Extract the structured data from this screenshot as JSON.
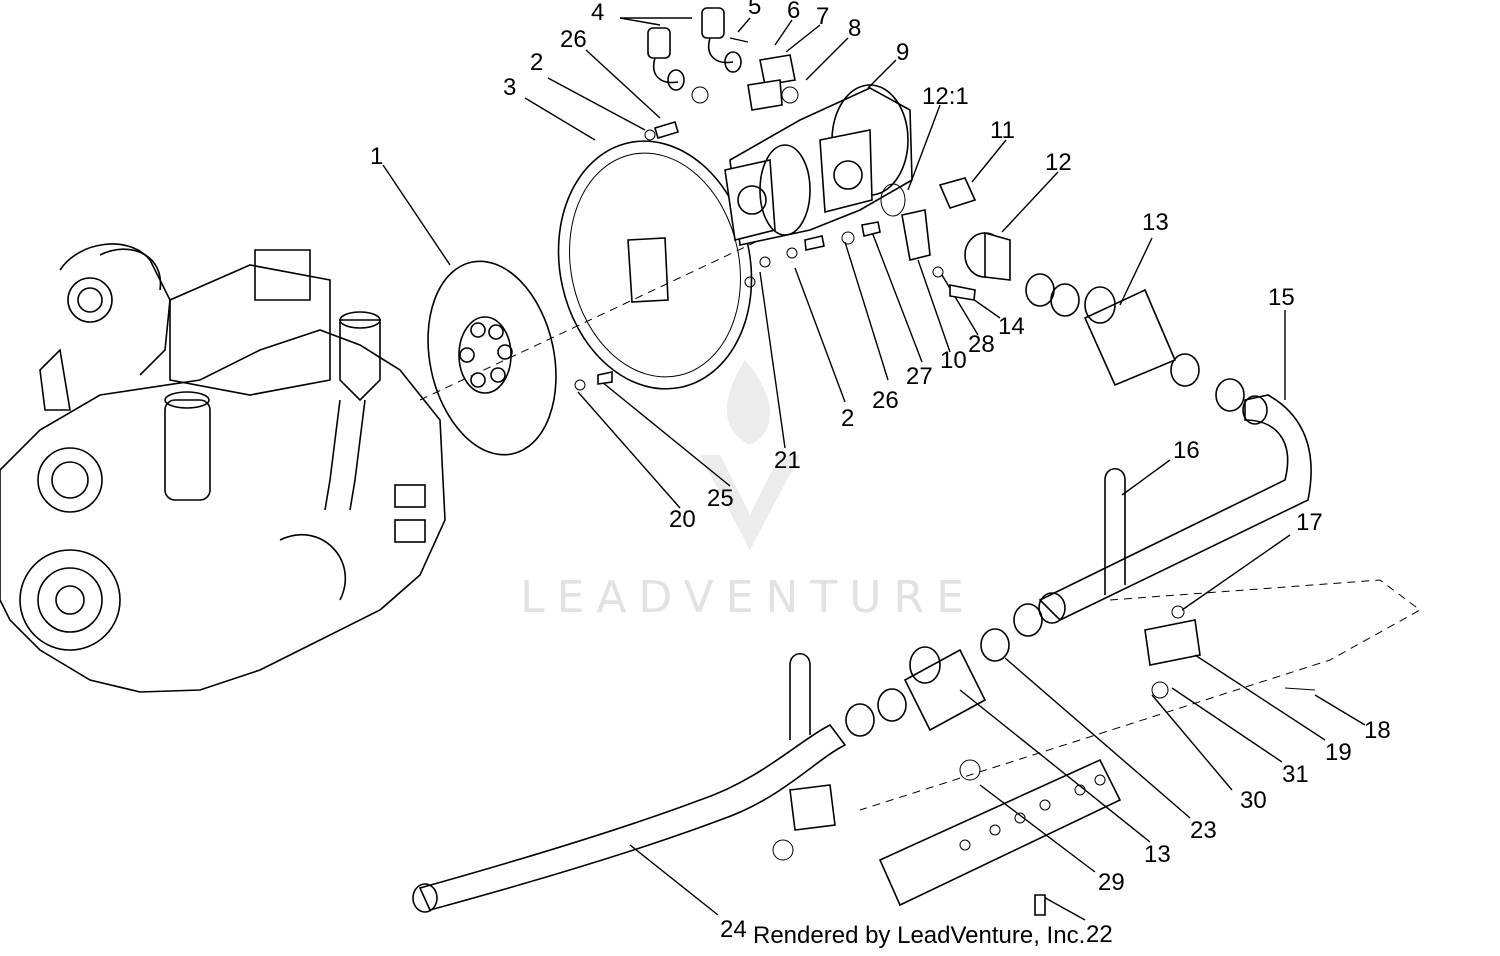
{
  "watermark": {
    "text": "LEADVENTURE"
  },
  "footer": {
    "rendered_by": "Rendered by LeadVenture, Inc."
  },
  "callouts": [
    "1",
    "2",
    "3",
    "4",
    "5",
    "6",
    "7",
    "8",
    "9",
    "12:1",
    "11",
    "12",
    "13",
    "15",
    "26",
    "14",
    "28",
    "10",
    "27",
    "26",
    "2",
    "21",
    "25",
    "20",
    "16",
    "17",
    "18",
    "19",
    "31",
    "30",
    "23",
    "13",
    "29",
    "22",
    "24"
  ]
}
